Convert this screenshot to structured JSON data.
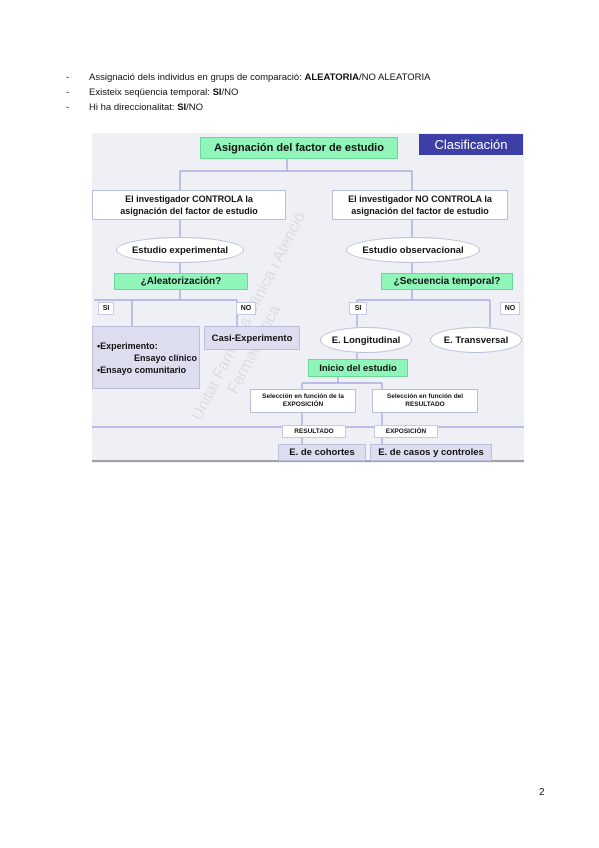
{
  "bullets": [
    {
      "text": "Assignació dels individus en grups de comparació: ",
      "bold": "ALEATORIA",
      "rest": "/NO ALEATORIA"
    },
    {
      "text": "Existeix seqüencia temporal: ",
      "bold": "SI",
      "rest": "/NO"
    },
    {
      "text": "Hi ha direccionalitat: ",
      "bold": "SI",
      "rest": "/NO"
    }
  ],
  "diagram": {
    "title": "Asignación del factor de estudio",
    "classification_label": "Clasificación",
    "controla": "El investigador CONTROLA la asignación del factor de estudio",
    "no_controla": "El investigador NO CONTROLA la asignación del factor de estudio",
    "estudio_experimental": "Estudio experimental",
    "estudio_observacional": "Estudio observacional",
    "aleatorizacion": "¿Aleatorización?",
    "secuencia_temporal": "¿Secuencia temporal?",
    "si_left": "SI",
    "no_left": "NO",
    "si_right": "SI",
    "no_right": "NO",
    "experimento_line1": "•Experimento:",
    "experimento_line2": "Ensayo clínico",
    "experimento_line3": "•Ensayo comunitario",
    "casi_experimento": "Casi-Experimento",
    "longitudinal": "E. Longitudinal",
    "transversal": "E. Transversal",
    "inicio": "Inicio del estudio",
    "seleccion_exposicion": "Selección en función de la EXPOSICIÓN",
    "seleccion_resultado": "Selección en función del RESULTADO",
    "resultado_tag": "RESULTADO",
    "exposicion_tag": "EXPOSICIÓN",
    "cohortes": "E. de cohortes",
    "casos_controles": "E. de casos y controles",
    "watermark_line1": "Unitat Farmàcia Clínica i Atenció",
    "watermark_line2": "Farmacèutica",
    "colors": {
      "green": "#8ff5b9",
      "navy": "#3b3fa6",
      "lavender": "#dcdef0",
      "line": "#9aa0e0",
      "background": "#eef0f6"
    }
  },
  "page_number": "2"
}
